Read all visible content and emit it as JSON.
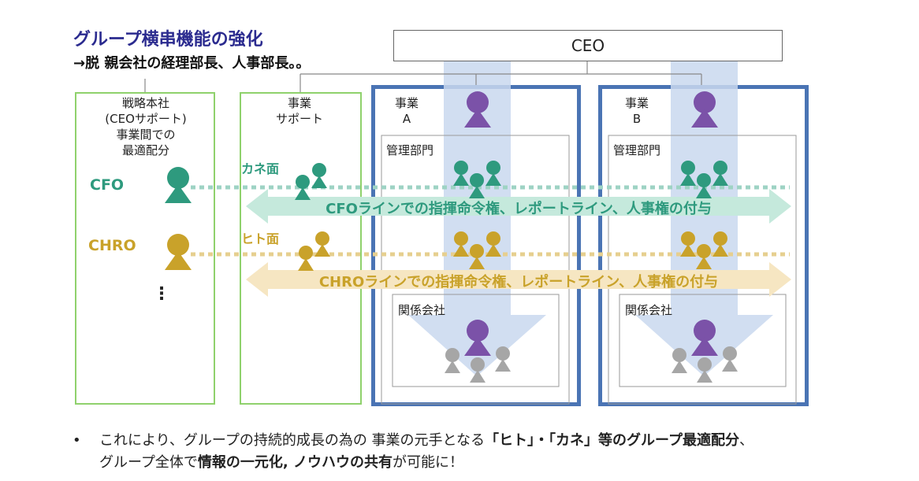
{
  "header": {
    "title": "グループ横串機能の強化",
    "subtitle": "→脱 親会社の経理部長、人事部長。。"
  },
  "ceo": {
    "label": "CEO"
  },
  "columns": {
    "strategy_hq": {
      "label_lines": [
        "戦略本社",
        "(CEOサポート)",
        "事業間での",
        "最適配分"
      ]
    },
    "business_support": {
      "label_lines": [
        "事業",
        "サポート"
      ]
    },
    "business_a": {
      "label_lines": [
        "事業",
        "A"
      ],
      "admin_label": "管理部門",
      "affiliate_label": "関係会社"
    },
    "business_b": {
      "label_lines": [
        "事業",
        "B"
      ],
      "admin_label": "管理部門",
      "affiliate_label": "関係会社"
    }
  },
  "roles": {
    "cfo": "CFO",
    "chro": "CHRO",
    "more": "⋮"
  },
  "aspects": {
    "money": "カネ面",
    "people": "ヒト面"
  },
  "lines": {
    "cfo_line": "CFOラインでの指揮命令権、レポートライン、人事権の付与",
    "chro_line": "CHROラインでの指揮命令権、レポートライン、人事権の付与"
  },
  "bullet": {
    "marker": "•",
    "line1_a": "これにより、グループの持続的成長の為の 事業の元手となる",
    "line1_b": "「ヒト」・「カネ」等のグループ最適配分",
    "line1_c": "、",
    "line2_a": "グループ全体で",
    "line2_b": "情報の一元化, ノウハウの共有",
    "line2_c": "が可能に！"
  },
  "colors": {
    "green": "#2e9a7e",
    "gold": "#c9a22a",
    "purple": "#7b52a8",
    "gray_person": "#a6a6a6",
    "blue_frame": "#4a74b4",
    "light_green_frame": "#8fd16c",
    "vertical_arrow": "#c9d8ee"
  }
}
